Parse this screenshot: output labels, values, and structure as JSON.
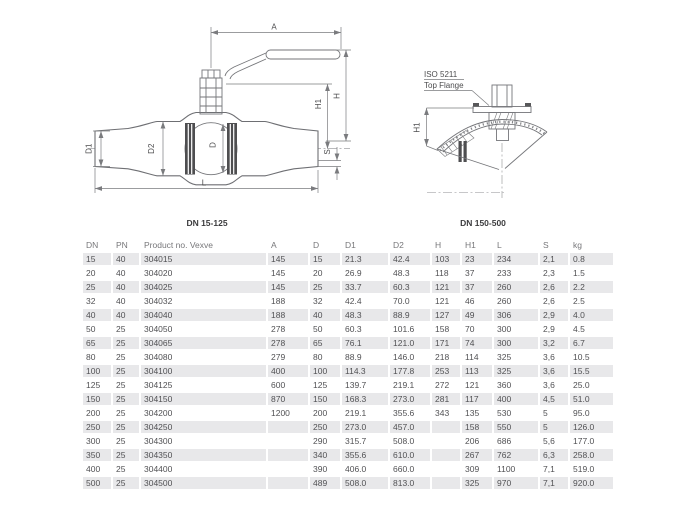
{
  "figure": {
    "left": {
      "caption": "DN 15-125",
      "labels": {
        "a": "A",
        "h": "H",
        "h1": "H1",
        "d": "D",
        "d1": "D1",
        "d2": "D2",
        "s": "S",
        "l": "L"
      }
    },
    "right": {
      "caption": "DN 150-500",
      "note1": "ISO 5211",
      "note2": "Top Flange",
      "labels": {
        "h1": "H1"
      }
    }
  },
  "table": {
    "columns": [
      "DN",
      "PN",
      "Product no. Vexve",
      "A",
      "D",
      "D1",
      "D2",
      "H",
      "H1",
      "L",
      "S",
      "kg"
    ],
    "rows": [
      [
        "15",
        "40",
        "304015",
        "145",
        "15",
        "21.3",
        "42.4",
        "103",
        "23",
        "234",
        "2,1",
        "0.8"
      ],
      [
        "20",
        "40",
        "304020",
        "145",
        "20",
        "26.9",
        "48.3",
        "118",
        "37",
        "233",
        "2,3",
        "1.5"
      ],
      [
        "25",
        "40",
        "304025",
        "145",
        "25",
        "33.7",
        "60.3",
        "121",
        "37",
        "260",
        "2,6",
        "2.2"
      ],
      [
        "32",
        "40",
        "304032",
        "188",
        "32",
        "42.4",
        "70.0",
        "121",
        "46",
        "260",
        "2,6",
        "2.5"
      ],
      [
        "40",
        "40",
        "304040",
        "188",
        "40",
        "48.3",
        "88.9",
        "127",
        "49",
        "306",
        "2,9",
        "4.0"
      ],
      [
        "50",
        "25",
        "304050",
        "278",
        "50",
        "60.3",
        "101.6",
        "158",
        "70",
        "300",
        "2,9",
        "4.5"
      ],
      [
        "65",
        "25",
        "304065",
        "278",
        "65",
        "76.1",
        "121.0",
        "171",
        "74",
        "300",
        "3,2",
        "6.7"
      ],
      [
        "80",
        "25",
        "304080",
        "279",
        "80",
        "88.9",
        "146.0",
        "218",
        "114",
        "325",
        "3,6",
        "10.5"
      ],
      [
        "100",
        "25",
        "304100",
        "400",
        "100",
        "114.3",
        "177.8",
        "253",
        "113",
        "325",
        "3,6",
        "15.5"
      ],
      [
        "125",
        "25",
        "304125",
        "600",
        "125",
        "139.7",
        "219.1",
        "272",
        "121",
        "360",
        "3,6",
        "25.0"
      ],
      [
        "150",
        "25",
        "304150",
        "870",
        "150",
        "168.3",
        "273.0",
        "281",
        "117",
        "400",
        "4,5",
        "51.0"
      ],
      [
        "200",
        "25",
        "304200",
        "1200",
        "200",
        "219.1",
        "355.6",
        "343",
        "135",
        "530",
        "5",
        "95.0"
      ],
      [
        "250",
        "25",
        "304250",
        "",
        "250",
        "273.0",
        "457.0",
        "",
        "158",
        "550",
        "5",
        "126.0"
      ],
      [
        "300",
        "25",
        "304300",
        "",
        "290",
        "315.7",
        "508.0",
        "",
        "206",
        "686",
        "5,6",
        "177.0"
      ],
      [
        "350",
        "25",
        "304350",
        "",
        "340",
        "355.6",
        "610.0",
        "",
        "267",
        "762",
        "6,3",
        "258.0"
      ],
      [
        "400",
        "25",
        "304400",
        "",
        "390",
        "406.0",
        "660.0",
        "",
        "309",
        "1100",
        "7,1",
        "519.0"
      ],
      [
        "500",
        "25",
        "304500",
        "",
        "489",
        "508.0",
        "813.0",
        "",
        "325",
        "970",
        "7,1",
        "920.0"
      ]
    ]
  },
  "colors": {
    "row_stripe": "#e8e8ea",
    "table_text": "#515154",
    "line": "#75767a"
  }
}
